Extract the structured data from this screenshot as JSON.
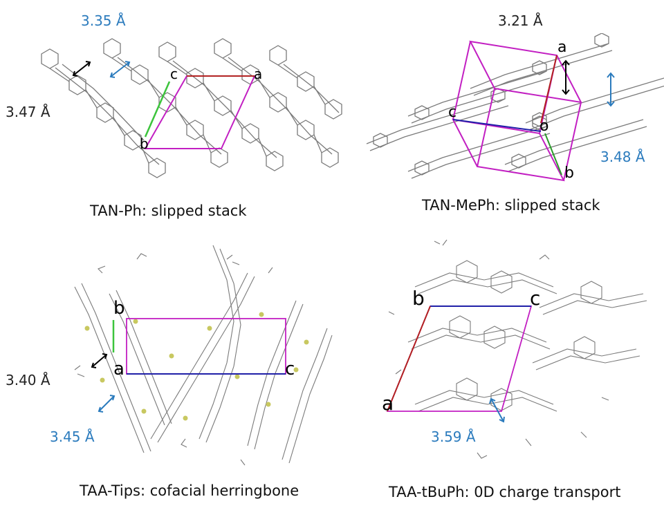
{
  "panels": [
    {
      "caption": "TAN-Ph: slipped stack",
      "distances": [
        "3.35 Å",
        "3.47 Å"
      ],
      "axes": [
        "a",
        "b",
        "c"
      ]
    },
    {
      "caption": "TAN-MePh: slipped stack",
      "distances": [
        "3.21 Å",
        "3.48 Å"
      ],
      "axes": [
        "a",
        "b",
        "c",
        "o"
      ]
    },
    {
      "caption": "TAA-Tips: cofacial herringbone",
      "distances": [
        "3.40 Å",
        "3.45 Å"
      ],
      "axes": [
        "a",
        "b",
        "c"
      ]
    },
    {
      "caption": "TAA-tBuPh: 0D charge transport",
      "distances": [
        "3.59 Å"
      ],
      "axes": [
        "a",
        "b",
        "c"
      ]
    }
  ],
  "colors": {
    "distance_blue": "#2b7bbd",
    "axis_a": "#b22222",
    "axis_b": "#3cc43c",
    "axis_c": "#1f1fa8",
    "cell": "#c21fc2",
    "molecule": "#7a7a7a",
    "nitrogen": "#7a7ad0",
    "sulfur": "#c8c860"
  }
}
